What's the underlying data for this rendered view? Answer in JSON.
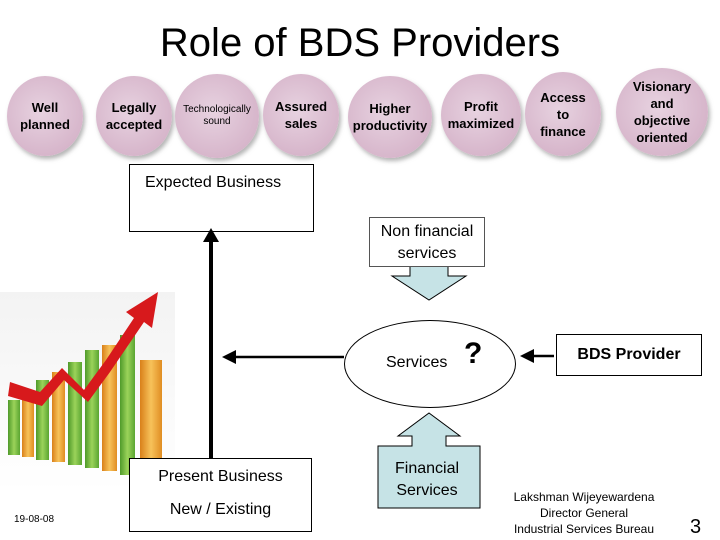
{
  "title": "Role of BDS Providers",
  "qualities": [
    {
      "label": "Well planned"
    },
    {
      "label": "Legally accepted"
    },
    {
      "label": "Technologically sound"
    },
    {
      "label": "Assured sales"
    },
    {
      "label": "Higher productivity"
    },
    {
      "label": "Profit maximized"
    },
    {
      "label": "Access to finance"
    },
    {
      "label": "Visionary and objective oriented"
    }
  ],
  "expected_business": "Expected Business",
  "non_financial_services": "Non financial services",
  "services": "Services",
  "question_mark": "?",
  "bds_provider": "BDS Provider",
  "financial_services": "Financial Services",
  "present_business": "Present Business",
  "new_existing": "New / Existing",
  "date": "19-08-08",
  "author": {
    "name": "Lakshman Wijeyewardena",
    "role": "Director General",
    "org": "Industrial Services Bureau"
  },
  "page_number": "3",
  "colors": {
    "circle_fill": "#d7b6cb",
    "callout_arrow": "#c6e3e6",
    "chart_bars_green": "#7cc242",
    "chart_bars_orange": "#f2a33a",
    "chart_arrow_red": "#d7191c"
  }
}
